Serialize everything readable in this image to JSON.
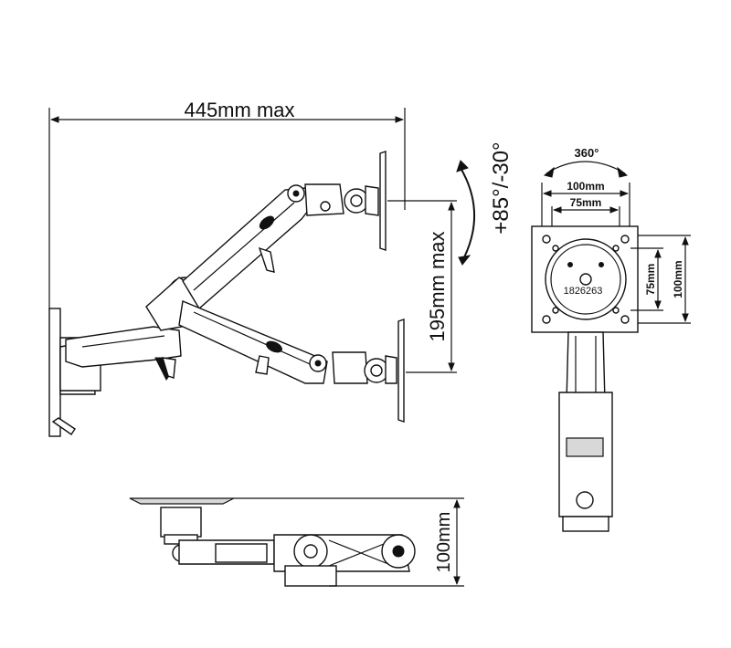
{
  "dimensions": {
    "width_max": "445mm max",
    "height_max": "195mm max",
    "tilt_range": "+85°/-30°",
    "rotation": "360°",
    "vesa_large": "100mm",
    "vesa_small": "75mm",
    "vesa_small_vertical": "75mm",
    "vesa_large_vertical": "100mm",
    "base_height": "100mm"
  },
  "watermark": "1826263"
}
